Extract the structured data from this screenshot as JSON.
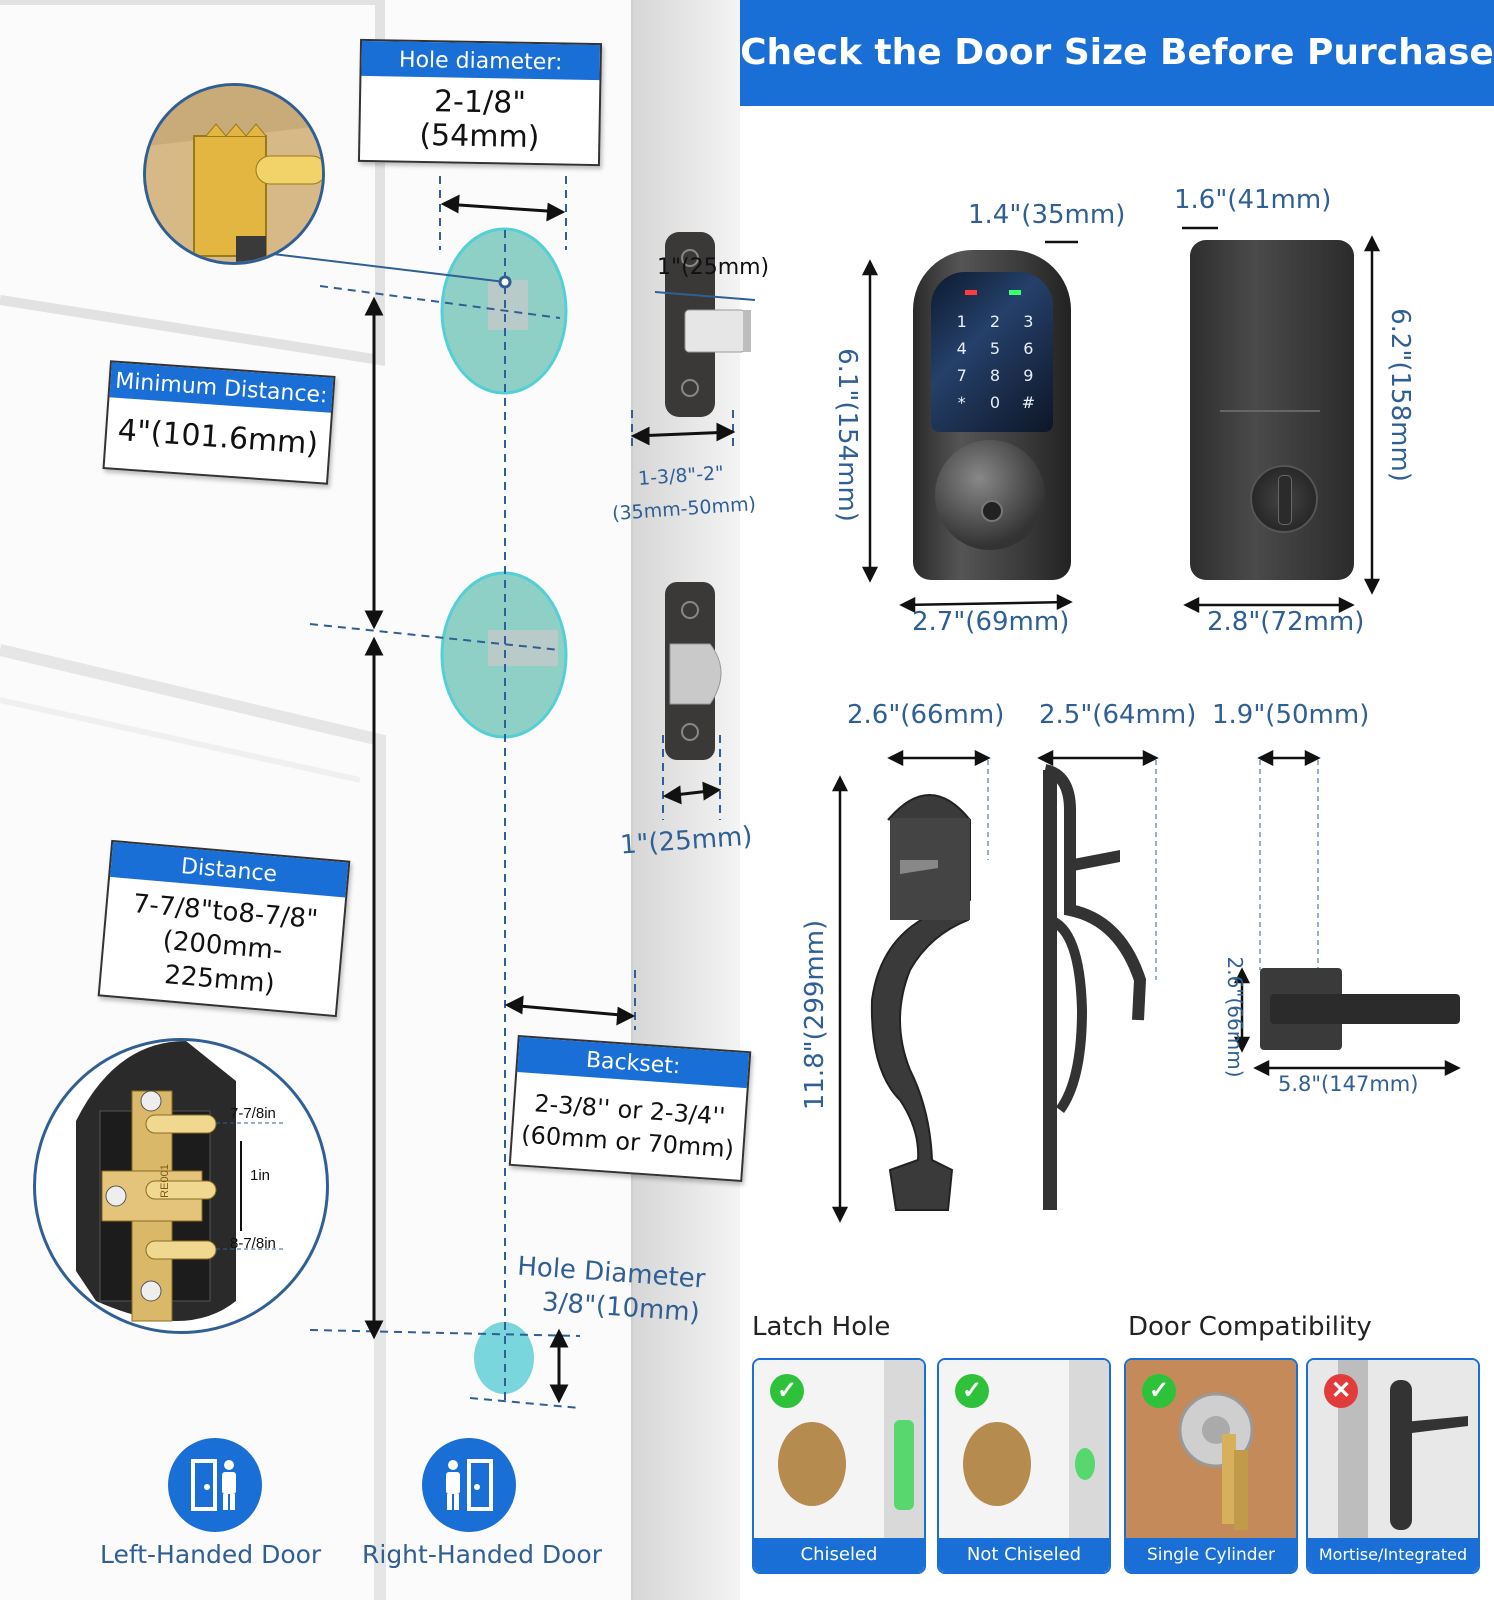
{
  "banner": {
    "title": "Check the Door Size Before Purchase",
    "color": "#1a6fd6"
  },
  "left_labels": {
    "hole_diameter": {
      "title": "Hole diameter:",
      "line1": "2-1/8\"",
      "line2": "(54mm)"
    },
    "min_distance": {
      "title": "Minimum Distance:",
      "value": "4\"(101.6mm)"
    },
    "distance": {
      "title": "Distance",
      "line1": "7-7/8\"to8-7/8\"",
      "line2": "(200mm-225mm)"
    },
    "backset": {
      "title": "Backset:",
      "line1": "2-3/8'' or 2-3/4''",
      "line2": "(60mm or 70mm)"
    },
    "hole_diameter_small": {
      "line1": "Hole Diameter",
      "line2": "3/8\"(10mm)"
    }
  },
  "strike_plate": {
    "top": "7-7/8in",
    "middle": "1in",
    "bottom": "8-7/8in",
    "stamp": "RE001"
  },
  "latch_dims": {
    "latch_projection": "1\"(25mm)",
    "edge_width_1": "1-3/8\"-2\"",
    "edge_width_2": "(35mm-50mm)",
    "strike_width": "1\"(25mm)"
  },
  "keypad_dims": {
    "thickness": "1.4\"(35mm)",
    "height": "6.1\"(154mm)",
    "width": "2.7\"(69mm)"
  },
  "keypad_keys": [
    "1",
    "2",
    "3",
    "4",
    "5",
    "6",
    "7",
    "8",
    "9",
    "*",
    "0",
    "#"
  ],
  "interior_dims": {
    "thickness": "1.6\"(41mm)",
    "height": "6.2\"(158mm)",
    "width": "2.8\"(72mm)"
  },
  "handle_dims": {
    "front_width": "2.6\"(66mm)",
    "side_depth": "2.5\"(64mm)",
    "height": "11.8\"(299mm)"
  },
  "lever_dims": {
    "projection": "1.9\"(50mm)",
    "rose": "2.6\"(66mm)",
    "length": "5.8\"(147mm)"
  },
  "latch_hole": {
    "title": "Latch Hole",
    "options": [
      {
        "label": "Chiseled",
        "status": "ok"
      },
      {
        "label": "Not Chiseled",
        "status": "ok"
      }
    ]
  },
  "door_compat": {
    "title": "Door Compatibility",
    "options": [
      {
        "label": "Single Cylinder",
        "status": "ok"
      },
      {
        "label": "Mortise/Integrated",
        "status": "no"
      }
    ]
  },
  "door_hand": {
    "left": "Left-Handed Door",
    "right": "Right-Handed Door"
  },
  "colors": {
    "accent": "#1a6fd6",
    "dim_text": "#2f5f95",
    "ok": "#2ec23a",
    "no": "#e23b3b",
    "hole": "#6ed7d9"
  }
}
